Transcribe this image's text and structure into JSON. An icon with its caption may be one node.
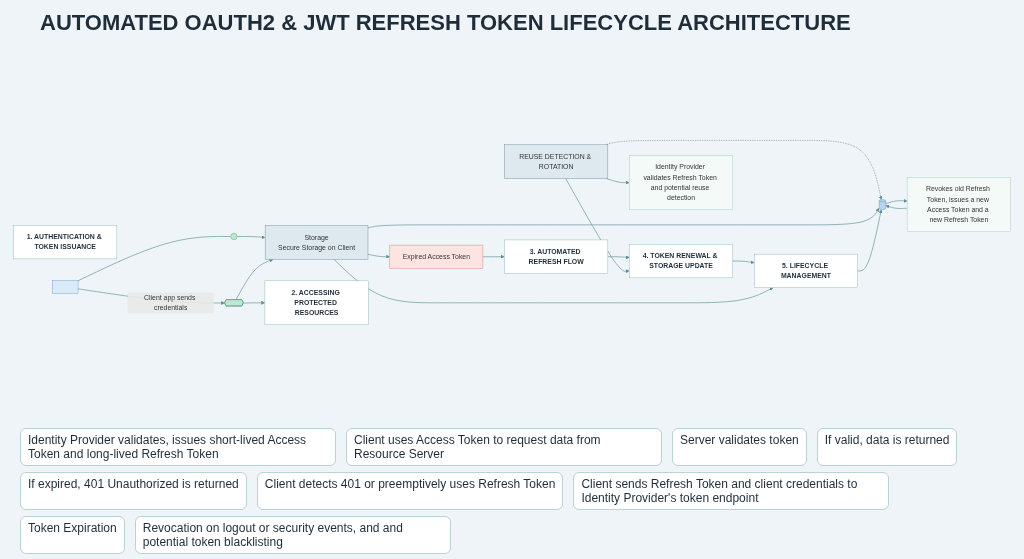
{
  "diagram": {
    "title": "AUTOMATED OAUTH2 & JWT REFRESH TOKEN LIFECYCLE ARCHITECTURE",
    "nodes": [
      {
        "text": [
          "1. AUTHENTICATION & TOKEN ISSUANCE"
        ]
      },
      {
        "text": [],
        "shape": "phone"
      },
      {
        "text": [],
        "shape": "shield"
      },
      {
        "text": [],
        "shape": "key"
      },
      {
        "text": [
          "Storage",
          "Secure Storage on Client"
        ]
      },
      {
        "text": [
          "2. ACCESSING PROTECTED RESOURCES"
        ]
      },
      {
        "text": [
          "Expired Access Token"
        ]
      },
      {
        "text": [
          "3. AUTOMATED REFRESH FLOW"
        ]
      },
      {
        "text": [
          "4. TOKEN RENEWAL & STORAGE UPDATE"
        ]
      },
      {
        "text": [
          "Identity Provider validates Refresh Token and potential reuse detection"
        ]
      },
      {
        "text": [
          "Revokes old Refresh Token, issues a new Access Token and a new Refresh Token"
        ]
      },
      {
        "text": [
          "REUSE DETECTION & ROTATION"
        ]
      },
      {
        "text": [],
        "shape": "cylinder"
      },
      {
        "text": [
          "5. LIFECYCLE MANAGEMENT"
        ]
      }
    ],
    "edges": [
      {
        "from": 1,
        "to": 2,
        "arrow": "to",
        "label": "Client app sends credentials"
      },
      {
        "from": 1,
        "to": 3,
        "arrow": "none"
      },
      {
        "from": 3,
        "to": 4,
        "arrow": "to"
      },
      {
        "from": 2,
        "to": 4,
        "arrow": "to"
      },
      {
        "from": 2,
        "to": 5,
        "arrow": "to"
      },
      {
        "from": 4,
        "to": 6,
        "arrow": "to"
      },
      {
        "from": 6,
        "to": 7,
        "arrow": "to"
      },
      {
        "from": 7,
        "to": 8,
        "arrow": "to"
      },
      {
        "from": 11,
        "to": 8,
        "arrow": "to"
      },
      {
        "from": 11,
        "to": 9,
        "arrow": "to"
      },
      {
        "from": 11,
        "to": 12,
        "arrow": "to",
        "style": "dashed"
      },
      {
        "from": 10,
        "to": 12,
        "arrow": "to"
      },
      {
        "from": 12,
        "to": 10,
        "arrow": "to"
      },
      {
        "from": 4,
        "to": 12,
        "arrow": "to"
      },
      {
        "from": 8,
        "to": 13,
        "arrow": "to"
      },
      {
        "from": 4,
        "to": 13,
        "arrow": "to"
      },
      {
        "from": 13,
        "to": 12,
        "arrow": "to"
      }
    ],
    "labels": [
      "Identity Provider validates, issues short-lived Access Token and long-lived Refresh Token",
      "Client uses Access Token to request data from Resource Server",
      "Server validates token",
      "If valid, data is returned",
      "If expired, 401 Unauthorized is returned",
      "Client detects 401 or preemptively uses Refresh Token",
      "Client sends Refresh Token and client credentials to Identity Provider's token endpoint",
      "Token Expiration",
      "Revocation on logout or security events, and and potential token blacklisting"
    ]
  }
}
